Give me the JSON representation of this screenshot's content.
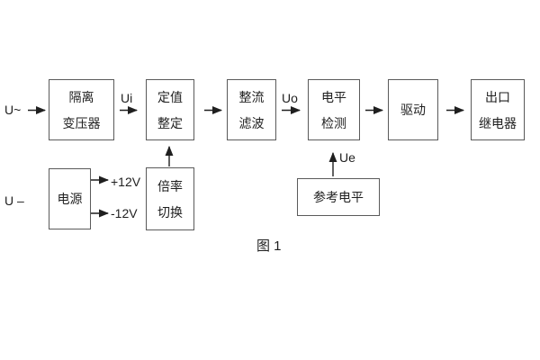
{
  "colors": {
    "background": "#ffffff",
    "box_border": "#5a5a5a",
    "text": "#1f1f1f",
    "line": "#1f1f1f"
  },
  "diagram": {
    "caption": "图 1",
    "labels": {
      "input_ac": "U~",
      "input_dc": "U –",
      "ui": "Ui",
      "uo": "Uo",
      "ue": "Ue",
      "plus_12v": "+12V",
      "minus_12v": "-12V"
    },
    "blocks": {
      "isolation_transformer": {
        "line1": "隔离",
        "line2": "变压器"
      },
      "setpoint_adjust": {
        "line1": "定值",
        "line2": "整定"
      },
      "rectify_filter": {
        "line1": "整流",
        "line2": "滤波"
      },
      "level_detect": {
        "line1": "电平",
        "line2": "检测"
      },
      "driver": {
        "line1": "驱动"
      },
      "output_relay": {
        "line1": "出口",
        "line2": "继电器"
      },
      "power_supply": {
        "line1": "电源"
      },
      "ratio_switch": {
        "line1": "倍率",
        "line2": "切换"
      },
      "reference_level": {
        "line1": "参考电平"
      }
    }
  }
}
